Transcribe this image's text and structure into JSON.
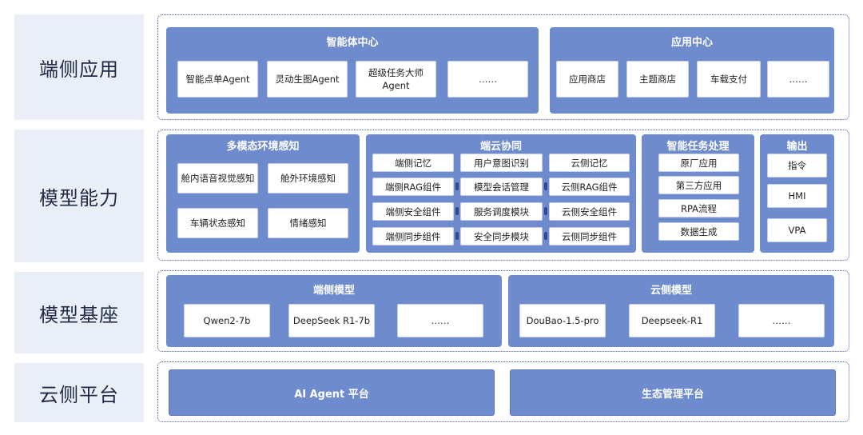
{
  "layers": {
    "edge_app": "端侧应用",
    "model_capability": "模型能力",
    "model_base": "模型基座",
    "cloud_platform": "云侧平台"
  },
  "agent_center": {
    "title": "智能体中心",
    "items": [
      "智能点单Agent",
      "灵动生图Agent",
      "超级任务大师\nAgent",
      "……"
    ]
  },
  "app_center": {
    "title": "应用中心",
    "items": [
      "应用商店",
      "主题商店",
      "车载支付",
      "……"
    ]
  },
  "perception": {
    "title": "多模态环境感知",
    "items": [
      "舱内语音视觉感知",
      "舱外环境感知",
      "车辆状态感知",
      "情绪感知"
    ]
  },
  "edge_cloud": {
    "title": "端云协同",
    "left": [
      "端侧记忆",
      "端侧RAG组件",
      "端侧安全组件",
      "端侧同步组件"
    ],
    "middle": [
      "用户意图识别",
      "模型会话管理",
      "服务调度模块",
      "安全同步模块"
    ],
    "right": [
      "云侧记忆",
      "云侧RAG组件",
      "云侧安全组件",
      "云侧同步组件"
    ]
  },
  "task": {
    "title": "智能任务处理",
    "items": [
      "原厂应用",
      "第三方应用",
      "RPA流程",
      "数据生成"
    ]
  },
  "output": {
    "title": "输出",
    "items": [
      "指令",
      "HMI",
      "VPA"
    ]
  },
  "edge_model": {
    "title": "端侧模型",
    "items": [
      "Qwen2-7b",
      "DeepSeek R1-7b",
      "……"
    ]
  },
  "cloud_model": {
    "title": "云侧模型",
    "items": [
      "DouBao-1.5-pro",
      "Deepseek-R1",
      "……"
    ]
  },
  "platform": {
    "ai_agent": "AI Agent 平台",
    "ecosystem": "生态管理平台"
  }
}
